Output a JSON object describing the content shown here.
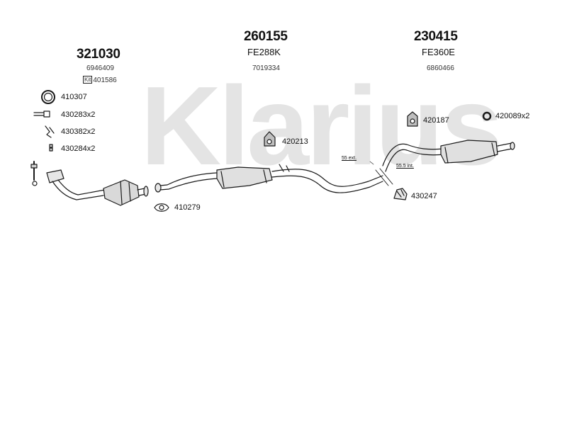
{
  "watermark": {
    "text": "Klarius",
    "color": "#e4e4e4"
  },
  "colors": {
    "line": "#1a1a1a",
    "fill_light": "#e6e6e6",
    "fill_mid": "#cfcfcf"
  },
  "sections": [
    {
      "part_number": "321030",
      "sub_code": "",
      "ref_number": "6946409",
      "kit_label": "Kit",
      "kit_number": "401586"
    },
    {
      "part_number": "260155",
      "sub_code": "FE288K",
      "ref_number": "7019334"
    },
    {
      "part_number": "230415",
      "sub_code": "FE360E",
      "ref_number": "6860466"
    }
  ],
  "fittings": [
    {
      "code": "410307",
      "icon": "ring-gasket-icon"
    },
    {
      "code": "430283x2",
      "icon": "bolt-icon"
    },
    {
      "code": "430382x2",
      "icon": "spring-clip-icon"
    },
    {
      "code": "430284x2",
      "icon": "nut-icon"
    },
    {
      "code": "410279",
      "icon": "flange-gasket-icon"
    },
    {
      "code": "420213",
      "icon": "rubber-mount-icon"
    },
    {
      "code": "420187",
      "icon": "rubber-mount-icon"
    },
    {
      "code": "420089x2",
      "icon": "rubber-ring-icon"
    },
    {
      "code": "430247",
      "icon": "clamp-icon"
    }
  ],
  "dimensions": {
    "external": "55 ext.",
    "internal": "55.5 int."
  }
}
